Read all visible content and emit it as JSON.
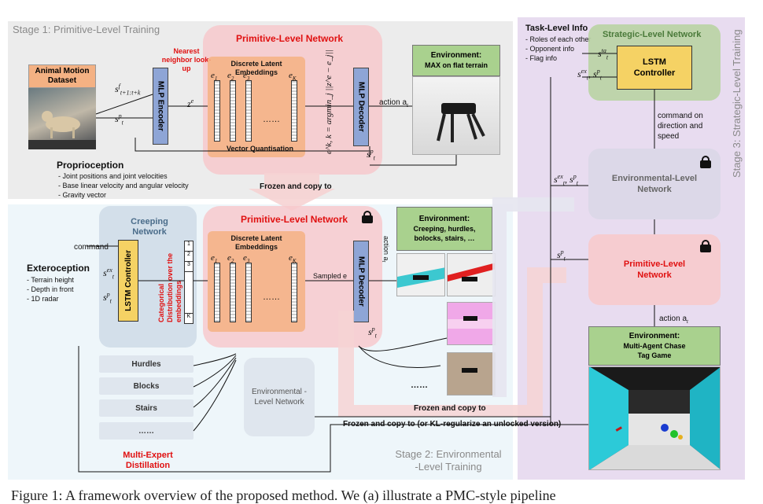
{
  "stage1": {
    "label": "Stage 1: Primitive-Level Training",
    "dataset": "Animal Motion Dataset",
    "s_future": "s",
    "s_future_sup": "f",
    "s_future_sub": "t+1:t+k",
    "s_p": "s",
    "s_p_sup": "p",
    "s_p_sub": "t",
    "mlp_encoder": "MLP Encoder",
    "z_e": "z",
    "z_e_sup": "e",
    "nearest": "Nearest neighbor look-up",
    "network_title": "Primitive-Level Network",
    "embeddings_title": "Discrete Latent Embeddings",
    "e_labels": [
      "e1",
      "e2",
      "e3",
      "eK"
    ],
    "dots": "……",
    "vq": "Vector Quantisation",
    "argmin_eq": "e^k, k = argmin_j ||z^e − e_j||",
    "mlp_decoder": "MLP Decoder",
    "action": "action a",
    "action_sub": "t",
    "env_title": "Environment:",
    "env_sub": "MAX on flat terrain",
    "proprio_title": "Proprioception",
    "proprio_items": [
      "- Joint positions and joint velocities",
      "- Base linear velocity and angular velocity",
      "- Gravity vector"
    ],
    "frozen": "Frozen and copy to"
  },
  "stage2": {
    "label1": "Stage 2: Environmental",
    "label2": "-Level Training",
    "creeping": "Creeping Network",
    "command": "command",
    "lstm": "LSTM Controller",
    "categorical": "Categorical Distribution over the embeddings",
    "cat_cells": [
      "1",
      "2",
      "3",
      "K"
    ],
    "network_title": "Primitive-Level Network",
    "embeddings_title": "Discrete Latent Embeddings",
    "e_labels": [
      "e1",
      "e2",
      "e3",
      "eK"
    ],
    "dots": "……",
    "sampled": "Sampled e",
    "mlp_decoder": "MLP Decoder",
    "action": "action a",
    "action_sub": "t",
    "exteroception_title": "Exteroception",
    "extero_items": [
      "- Terrain height",
      "- Depth in front",
      "- 1D radar"
    ],
    "env_title": "Environment:",
    "env_sub": "Creeping, hurdles, bolocks, stairs, …",
    "experts": [
      "Hurdles",
      "Blocks",
      "Stairs",
      "……"
    ],
    "more": "……",
    "env_level": "Environmental -Level Network",
    "distill": "Multi-Expert Distillation",
    "frozen1": "Frozen and copy to",
    "frozen2": "Frozen and copy to (or KL-regularize an unlocked version)"
  },
  "stage3": {
    "label": "Stage 3: Strategic-Level Training",
    "task_title": "Task-Level Info",
    "task_items": [
      "- Roles of each other",
      "- Opponent info",
      "- Flag info"
    ],
    "strategic": "Strategic-Level Network",
    "lstm": "LSTM Controller",
    "command": "command on direction and speed",
    "env_level": "Environmental-Level Network",
    "prim_level": "Primitive-Level Network",
    "action": "action a",
    "action_sub": "t",
    "env_title": "Environment:",
    "env_sub": "Multi-Agent Chase Tag Game"
  },
  "caption": "Figure 1: A framework overview of the proposed method. We (a) illustrate a PMC-style pipeline"
}
